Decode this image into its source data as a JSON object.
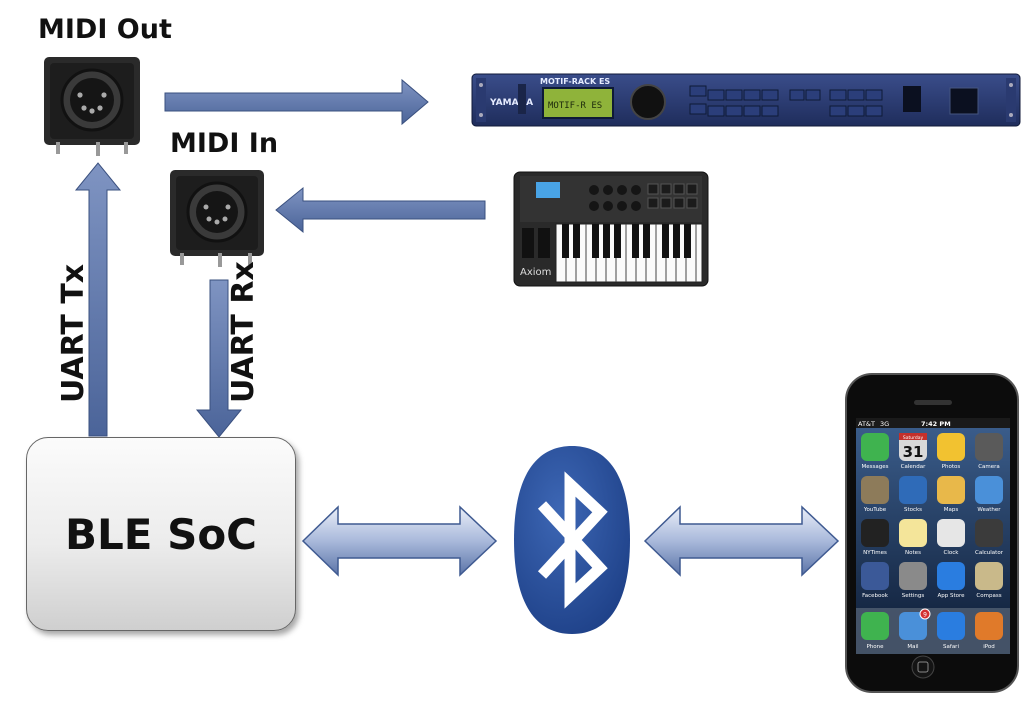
{
  "labels": {
    "midi_out": "MIDI Out",
    "midi_in": "MIDI In",
    "uart_tx": "UART Tx",
    "uart_rx": "UART Rx",
    "ble_soc": "BLE SoC"
  },
  "rack": {
    "brand": "YAMAHA",
    "model": "MOTIF-RACK ES",
    "screen_text": "MOTIF-R ES"
  },
  "keyboard": {
    "brand": "Axiom"
  },
  "phone": {
    "carrier": "AT&T",
    "network": "3G",
    "time": "7:42 PM",
    "calendar_day": "Saturday",
    "calendar_date": "31",
    "apps": [
      "Messages",
      "Calendar",
      "Photos",
      "Camera",
      "YouTube",
      "Stocks",
      "Maps",
      "Weather",
      "NYTimes",
      "Notes",
      "Clock",
      "Calculator",
      "Facebook",
      "Settings",
      "App Store",
      "Compass"
    ],
    "dock": [
      "Phone",
      "Mail",
      "Safari",
      "iPod"
    ],
    "mail_badge": "9"
  },
  "colors": {
    "arrow_fill": "#5872a6",
    "arrow_light": "#b9c6e0",
    "bluetooth": "#2a4f9c"
  }
}
